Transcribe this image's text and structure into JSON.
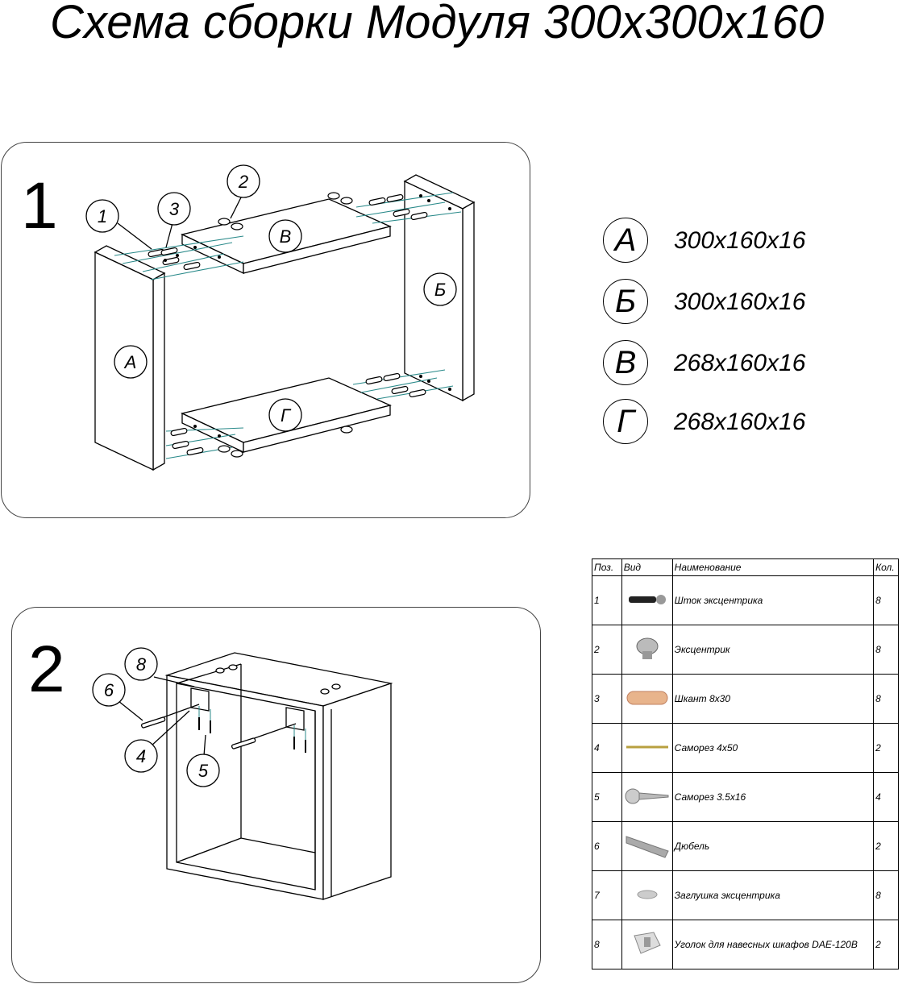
{
  "title": "Схема сборки Модуля 300х300х160",
  "step1": {
    "number": "1"
  },
  "step2": {
    "number": "2"
  },
  "panel_labels": {
    "a": "А",
    "b": "Б",
    "v": "В",
    "g": "Г"
  },
  "callouts1": {
    "c1": "1",
    "c2": "2",
    "c3": "3"
  },
  "callouts2": {
    "c4": "4",
    "c5": "5",
    "c6": "6",
    "c8": "8"
  },
  "dimensions": [
    {
      "letter": "А",
      "size": "300x160x16"
    },
    {
      "letter": "Б",
      "size": "300x160x16"
    },
    {
      "letter": "В",
      "size": "268x160x16"
    },
    {
      "letter": "Г",
      "size": "268x160x16"
    }
  ],
  "parts_table": {
    "headers": {
      "pos": "Поз.",
      "view": "Вид",
      "name": "Наименование",
      "qty": "Кол."
    },
    "rows": [
      {
        "pos": "1",
        "icon": "eccentric-rod-icon",
        "name": "Шток эксцентрика",
        "qty": "8"
      },
      {
        "pos": "2",
        "icon": "eccentric-icon",
        "name": "Эксцентрик",
        "qty": "8"
      },
      {
        "pos": "3",
        "icon": "dowel-icon",
        "name": "Шкант 8х30",
        "qty": "8"
      },
      {
        "pos": "4",
        "icon": "long-screw-icon",
        "name": "Саморез 4х50",
        "qty": "2"
      },
      {
        "pos": "5",
        "icon": "short-screw-icon",
        "name": "Саморез 3.5х16",
        "qty": "4"
      },
      {
        "pos": "6",
        "icon": "wall-plug-icon",
        "name": "Дюбель",
        "qty": "2"
      },
      {
        "pos": "7",
        "icon": "cap-icon",
        "name": "Заглушка эксцентрика",
        "qty": "8"
      },
      {
        "pos": "8",
        "icon": "bracket-icon",
        "name": "Уголок для навесных шкафов DAE-120B",
        "qty": "2"
      }
    ]
  }
}
